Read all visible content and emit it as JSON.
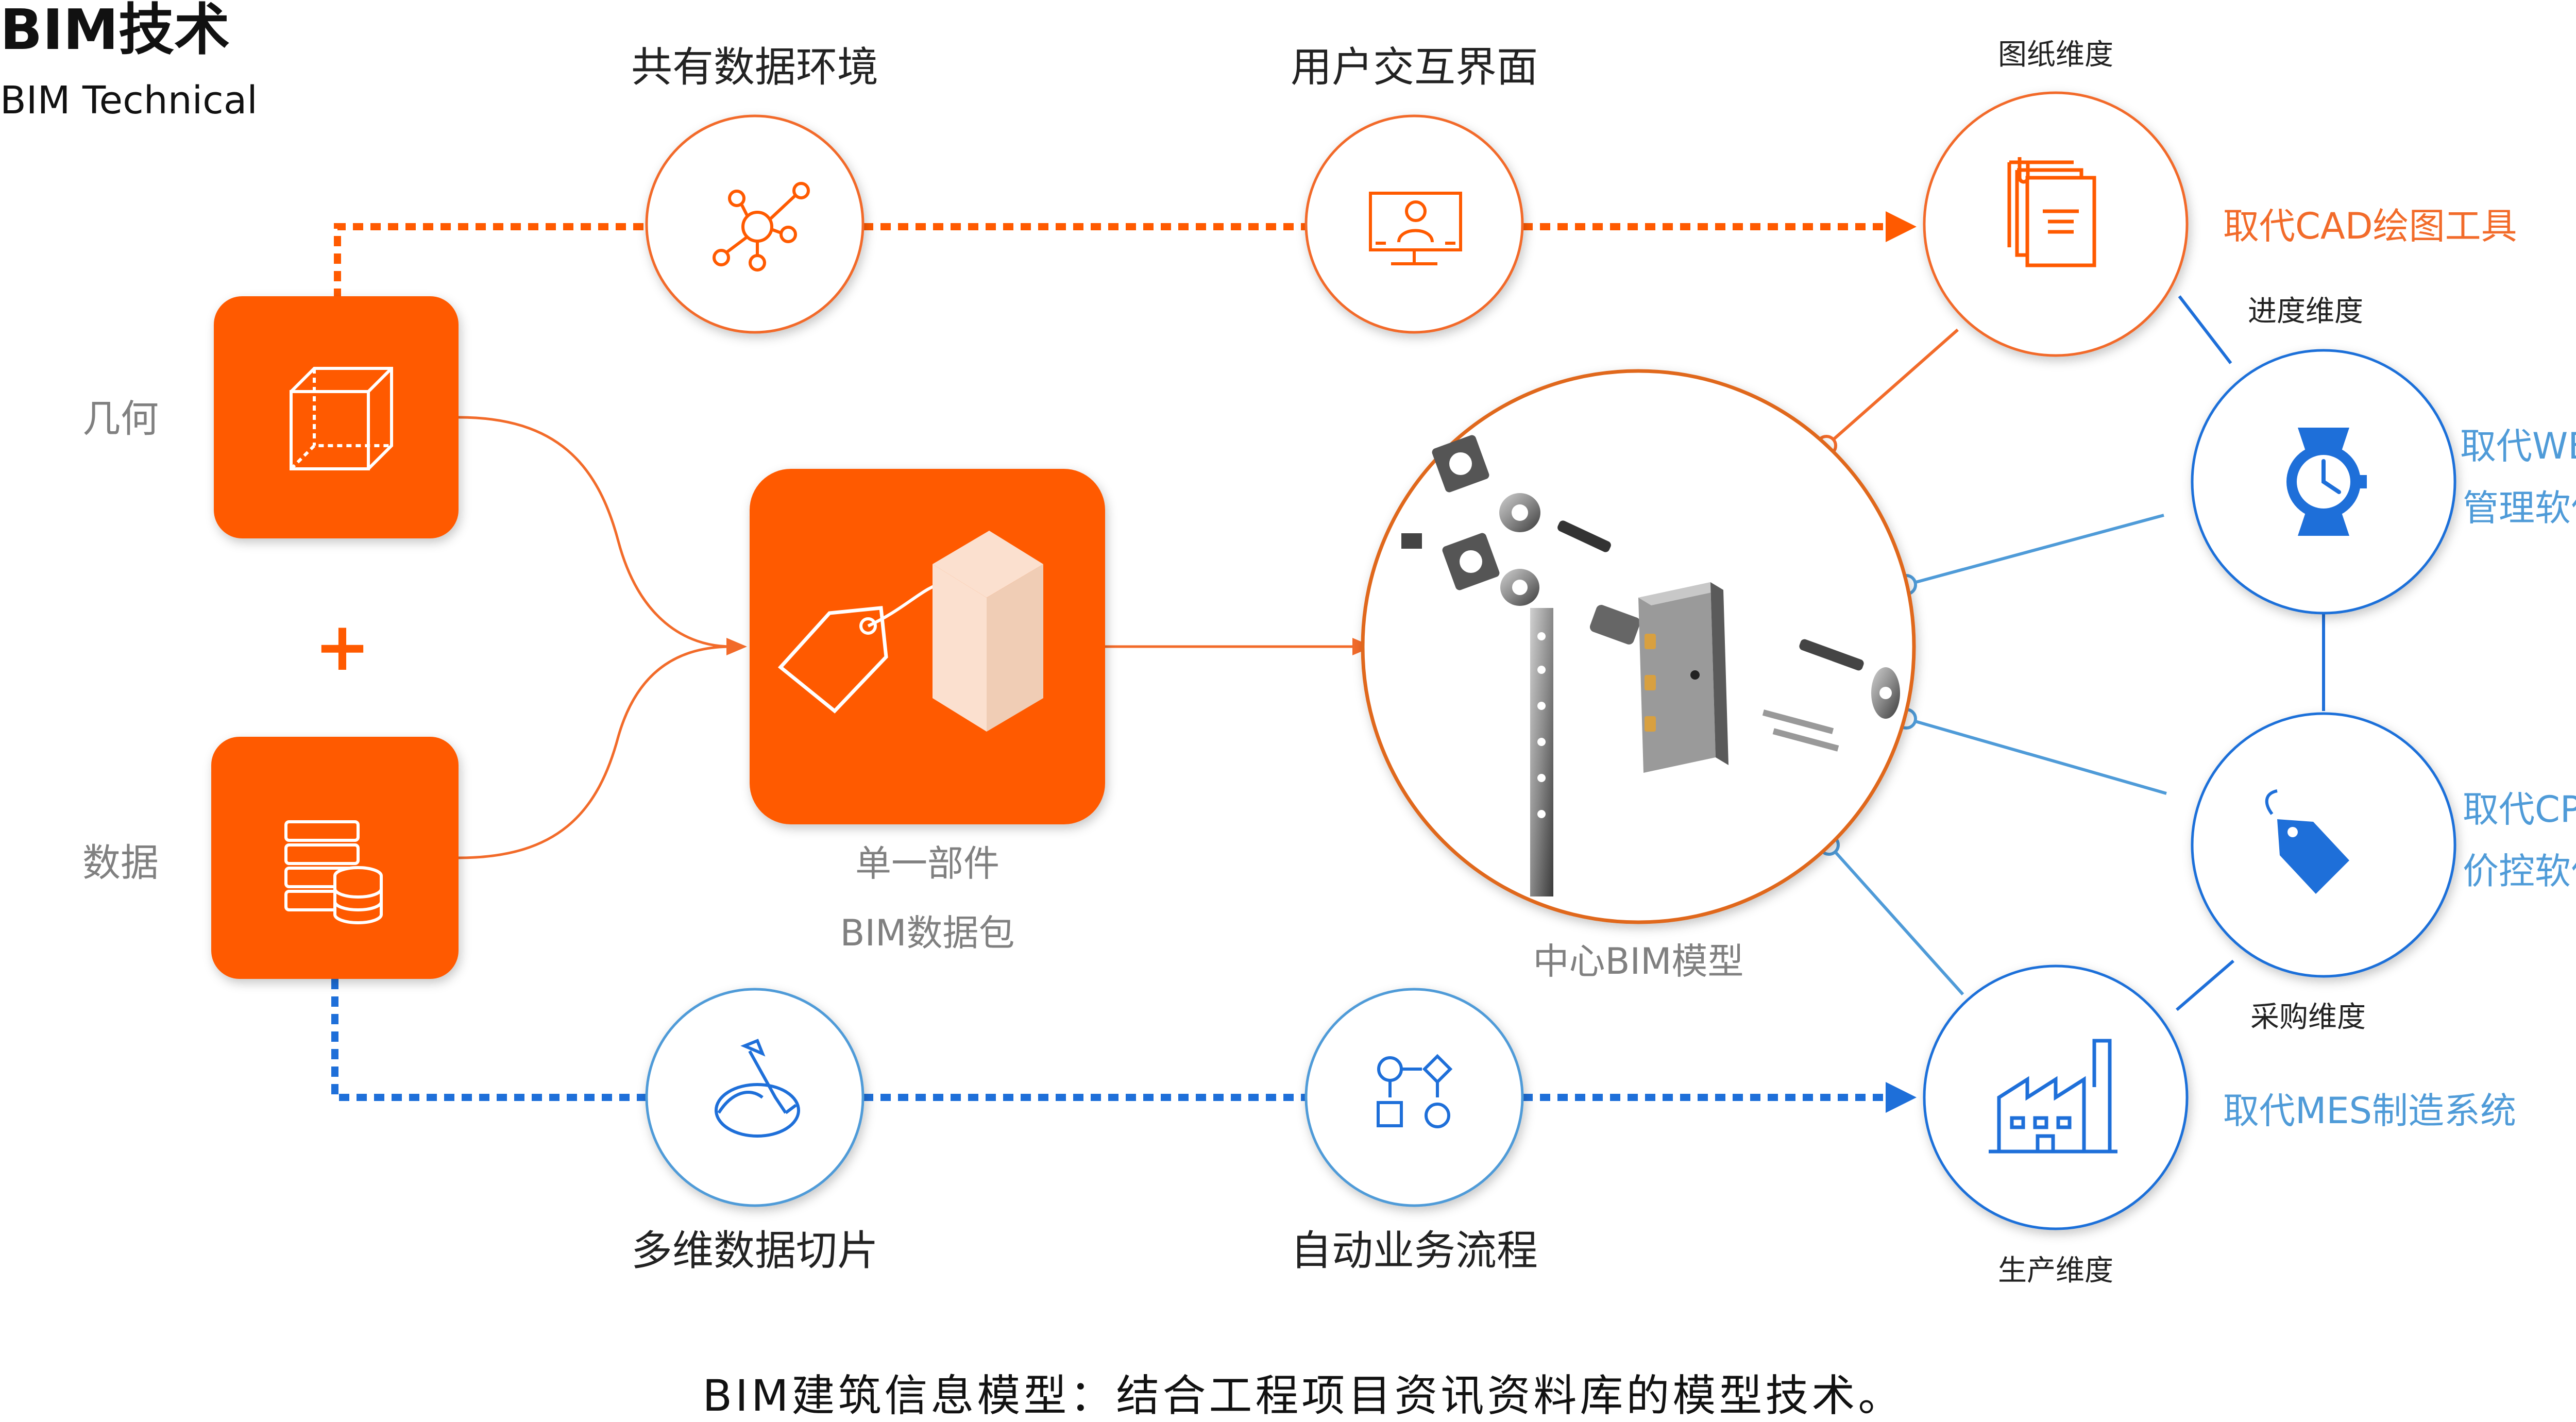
{
  "header": {
    "title": "BIM技术",
    "subtitle": "BIM Technical"
  },
  "left": {
    "geometry_label": "几何",
    "plus_sign": "+",
    "data_label": "数据"
  },
  "top_flow": {
    "node1": "共有数据环境",
    "node2": "用户交互界面"
  },
  "bottom_flow": {
    "node1": "多维数据切片",
    "node2": "自动业务流程"
  },
  "center": {
    "package_line1": "单一部件",
    "package_line2": "BIM数据包",
    "model_label": "中心BIM模型"
  },
  "dimensions": {
    "drawing": {
      "label": "图纸维度",
      "replace": "取代CAD绘图工具"
    },
    "schedule": {
      "label": "进度维度",
      "replace1": "取代WBS",
      "replace2": "管理软件"
    },
    "procurement": {
      "label": "采购维度",
      "replace1": "取代CPQ",
      "replace2": "价控软件"
    },
    "production": {
      "label": "生产维度",
      "replace": "取代MES制造系统"
    }
  },
  "footer": {
    "caption": "BIM建筑信息模型：结合工程项目资讯资料库的模型技术。"
  },
  "icons": {
    "geometry": "cube-icon",
    "data": "database-icon",
    "package": "tag-box-icon",
    "network": "network-icon",
    "monitor": "monitor-user-icon",
    "slice": "knife-slice-icon",
    "flow": "flowchart-icon",
    "drawing": "document-stack-icon",
    "schedule": "watch-icon",
    "procurement": "price-tag-icon",
    "production": "factory-icon"
  },
  "colors": {
    "orange": "#ff5a00",
    "orange_light": "#f26b2a",
    "blue": "#1e6fd9",
    "blue_light": "#4f9bd8",
    "gray_text": "#808080"
  }
}
